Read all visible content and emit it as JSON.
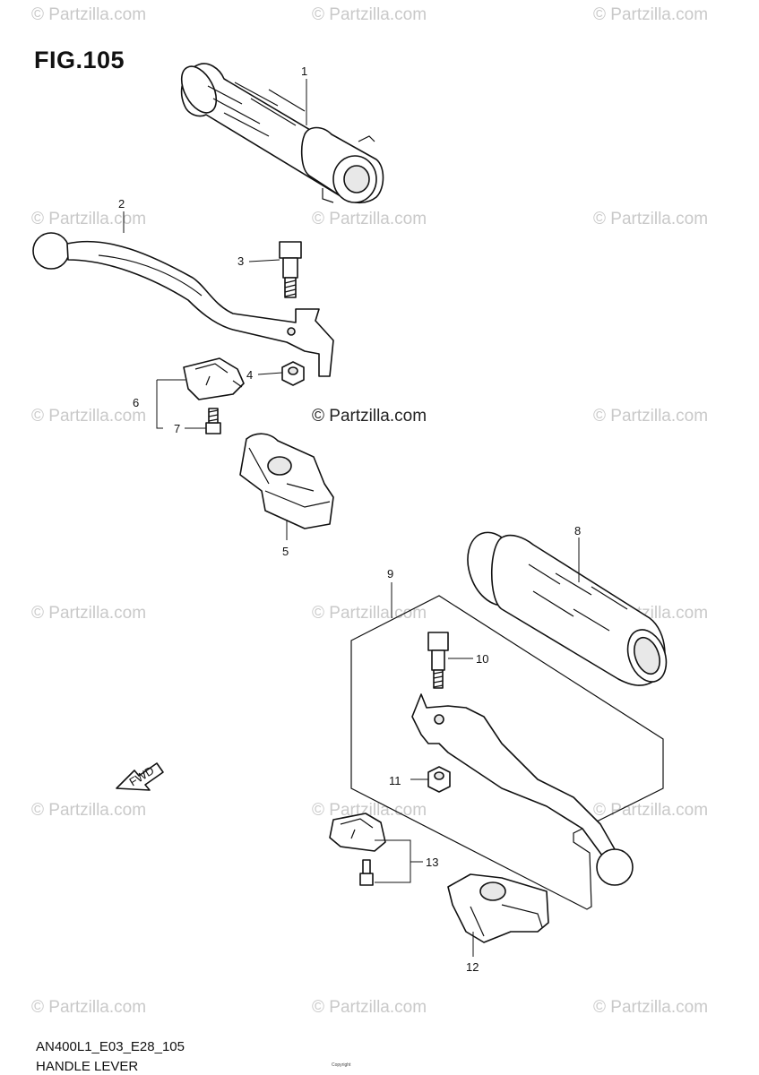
{
  "figure": {
    "title": "FIG.105"
  },
  "watermark": {
    "text": "© Partzilla.com",
    "center_text": "© Partzilla.com"
  },
  "callouts": [
    "1",
    "2",
    "3",
    "4",
    "5",
    "6",
    "7",
    "8",
    "9",
    "10",
    "11",
    "12",
    "13"
  ],
  "footer": {
    "model_code": "AN400L1_E03_E28_105",
    "group_name": "HANDLE LEVER",
    "copyright": "Copyright"
  },
  "fwd_label": "FWD"
}
